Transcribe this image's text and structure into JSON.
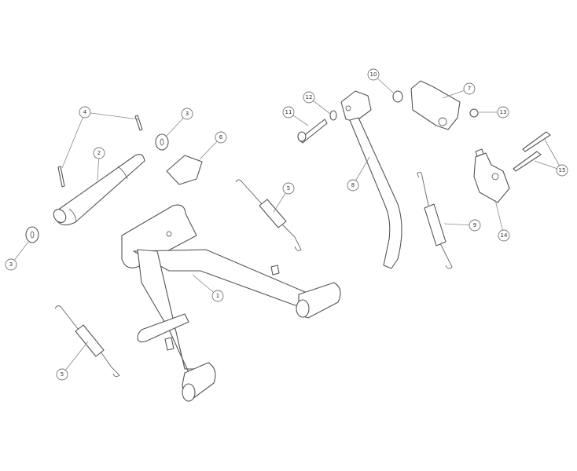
{
  "diagram": {
    "type": "exploded-parts-diagram",
    "callouts": {
      "c1": "1",
      "c2": "2",
      "c3a": "3",
      "c3b": "3",
      "c4": "4",
      "c5a": "5",
      "c5b": "5",
      "c6": "6",
      "c7": "7",
      "c8": "8",
      "c9": "9",
      "c10": "10",
      "c11": "11",
      "c12": "12",
      "c13": "13",
      "c14": "14",
      "c15": "15"
    },
    "colors": {
      "line": "#555555",
      "background": "#ffffff"
    }
  }
}
